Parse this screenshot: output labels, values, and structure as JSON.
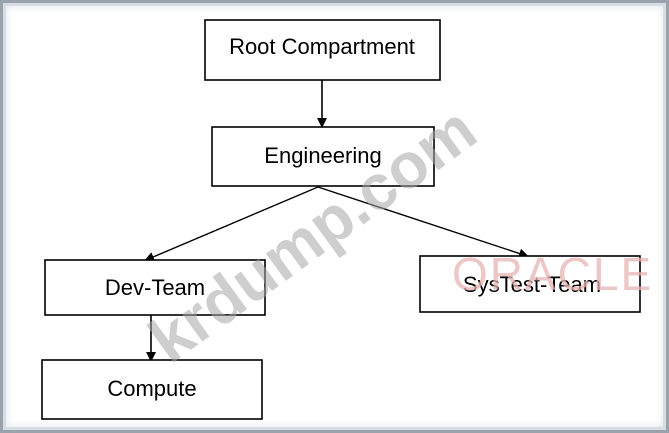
{
  "nodes": {
    "root": "Root Compartment",
    "engineering": "Engineering",
    "dev_team": "Dev-Team",
    "systest_team": "SysTest-Team",
    "compute": "Compute"
  },
  "watermarks": {
    "site": "krdump.com",
    "brand": "ORACLE"
  },
  "colors": {
    "frame": "#9aa3ab",
    "box_border": "#000000",
    "watermark": "#a7a7a7",
    "brand_watermark": "#e8b3b3"
  }
}
